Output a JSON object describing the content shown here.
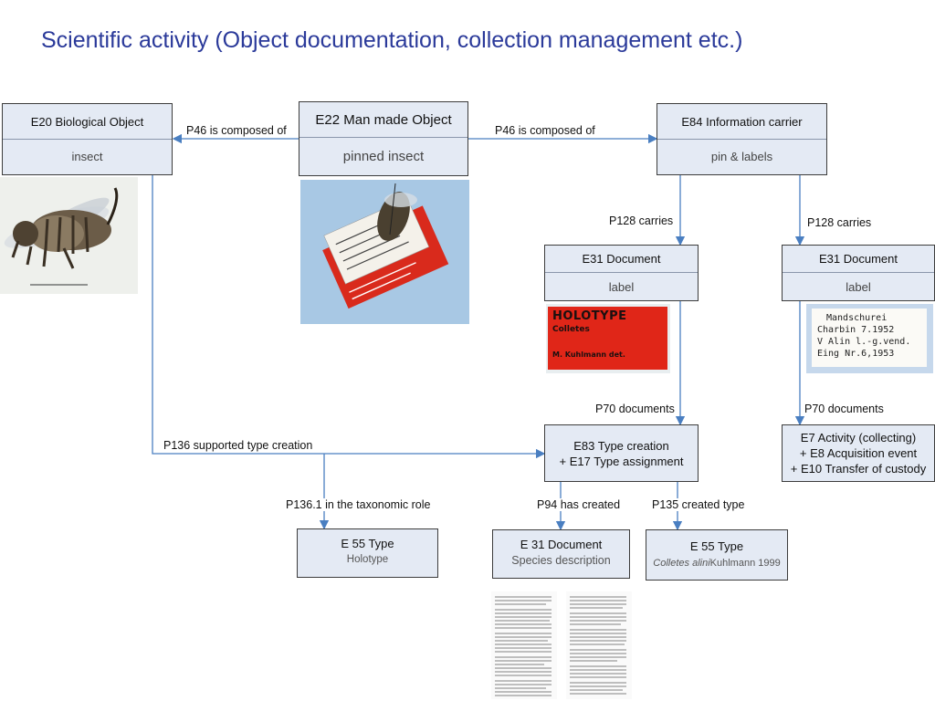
{
  "title": "Scientific activity (Object documentation, collection management etc.)",
  "nodes": {
    "bio": {
      "head": "E20 Biological Object",
      "body": "insect"
    },
    "man": {
      "head": "E22 Man made Object",
      "body": "pinned insect"
    },
    "info": {
      "head": "E84 Information carrier",
      "body": "pin & labels"
    },
    "doc1": {
      "head": "E31 Document",
      "body": "label"
    },
    "doc2": {
      "head": "E31 Document",
      "body": "label"
    },
    "typecreation": {
      "line1": "E83 Type creation",
      "line2": "+ E17 Type assignment"
    },
    "activity": {
      "line1": "E7 Activity (collecting)",
      "line2": "+ E8 Acquisition event",
      "line3": "+ E10 Transfer of custody"
    },
    "type1": {
      "head": "E 55 Type",
      "body": "Holotype"
    },
    "species": {
      "head": "E 31 Document",
      "body": "Species description"
    },
    "type2": {
      "head": "E 55 Type",
      "body_italic": "Colletes alini",
      "body_rest": " Kuhlmann 1999"
    }
  },
  "edges": {
    "p46_left": "P46 is composed of",
    "p46_right": "P46 is composed of",
    "p128_a": "P128 carries",
    "p128_b": "P128 carries",
    "p70_a": "P70 documents",
    "p70_b": "P70 documents",
    "p136": "P136 supported type creation",
    "p136_1": "P136.1 in the taxonomic role",
    "p94": "P94 has created",
    "p135": "P135 created type"
  },
  "images": {
    "holotype_label": {
      "line1": "HOLOTYPE",
      "line2": "Colletes",
      "line3": "M. Kuhlmann det."
    },
    "locality_label": {
      "line1": "Mandschurei",
      "line2": "Charbin 7.1952",
      "line3": "V Alin l.-g.vend.",
      "line4": "Eing Nr.6,1953"
    }
  },
  "colors": {
    "title": "#2b3a9a",
    "box_fill": "#e4eaf4",
    "edge": "#4a7fc1",
    "label_red": "#e02618"
  }
}
